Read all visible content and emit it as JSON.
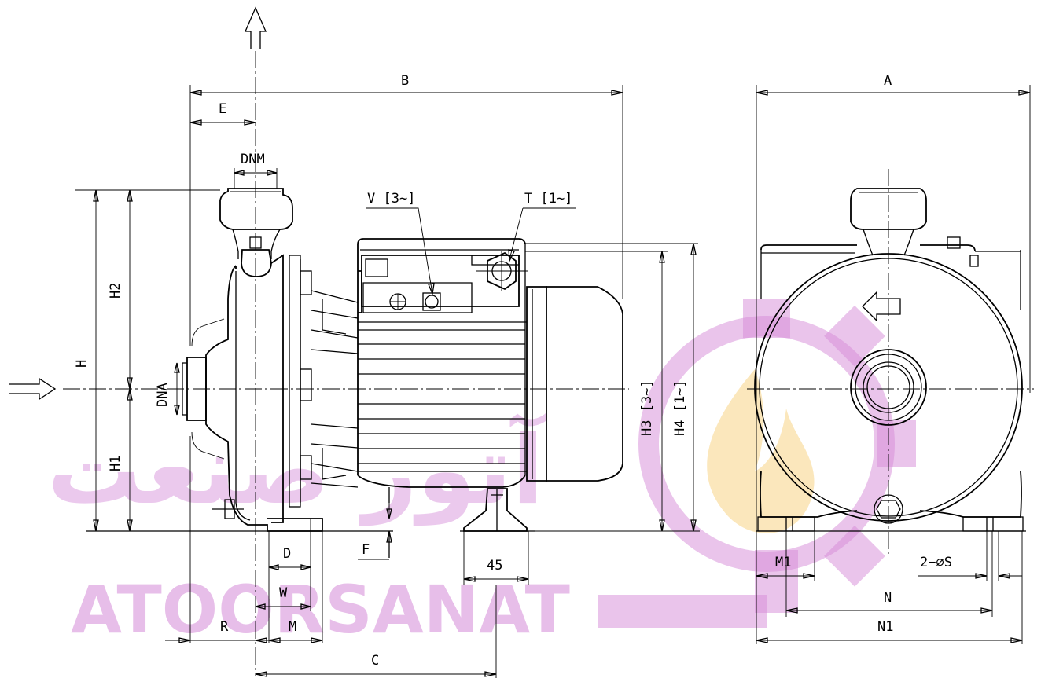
{
  "labels": {
    "A": "A",
    "B": "B",
    "C": "C",
    "D": "D",
    "E": "E",
    "F": "F",
    "H": "H",
    "H1": "H1",
    "H2": "H2",
    "H3": "H3 [3~]",
    "H4": "H4 [1~]",
    "DNM": "DNM",
    "DNA": "DNA",
    "V": "V [3~]",
    "T": "T [1~]",
    "M": "M",
    "M1": "M1",
    "N": "N",
    "N1": "N1",
    "R": "R",
    "W": "W",
    "foot_width": "45",
    "holes": "2−⌀S"
  },
  "watermark": {
    "latin": "ATOORSANAT",
    "arabic": "آتور صنعت",
    "color": "#d58ad8",
    "flame_color": "#f6c96b"
  }
}
